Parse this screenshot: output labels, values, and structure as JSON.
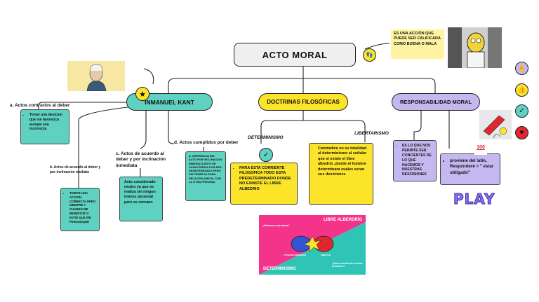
{
  "title": "ACTO MORAL",
  "acto_note": "ES UNA ACCIÓN QUE PUEDE SER CALIFICADA COMO BUENA O MALA",
  "kant": {
    "label": "INMANUEL KANT",
    "a_label": "a. Actos contrarios al deber",
    "a_note": "Tomar una desicion que me favorezca aunque sea incorrecta",
    "b_label": "b. Actos de acuerdo al deber y por inclinación mediata",
    "b_note": "TOMAR UNA ACCION CORRECTA PERO SIEMPRE Y CUANDO ME BENEFICIE O EVITE QUE ME PERJUDIQUE",
    "c_label": "c. Actos de acuerdo al deber y por inclinación inmediata",
    "c_note": "Acto considerado neutro ya que se realiza sin ningun interes personal pero es cercano",
    "d_label": "d. Actos cumplidos por deber",
    "d_note": "A. DIFERENCIA DEL ACTO POR INCLINACION INMEDIATA ESTE SE CARACTERIZA POR SER DESINTERESADO PERO SIN TENER ALGUNA RELACION AMICAL CON LA OTRA PERSONA"
  },
  "doctrinas": {
    "label": "DOCTRINAS FILOSÓFICAS",
    "det_label": "DETERMINISMO",
    "det_note": "PARA ESTA CORRIENTE FILOSOFICA TODO ESTA PREDETERMINADO DONDE NO EXINSTE EL LIBRE ALBEDRIO",
    "lib_label": "LIBERTARISMO",
    "lib_note": "Contradice en su totalidad al determinismo al señalar que si existe el libre albedrio ,donde el hombre determinara cuales seran sus desiciones"
  },
  "responsabilidad": {
    "label": "RESPONSABILIDAD MORAL",
    "note1": "ES LO QUE NOS PERMITE SER CONCIENTES DE LO QUE HACEMOS Y NUESTRAS DESCISIONES",
    "note2": "proviene del latín, Responderé = \" estar obligado\"",
    "badge": "100"
  },
  "banner": {
    "top_label": "LIBRE ALBERDRÍO",
    "bottom_label": "DETERMINISMO",
    "q1": "¿Sabemos reaccionar?",
    "q2": "¿Somos dueños de nuestras decisiones?",
    "c1": "FUTUR DETERMINISMO",
    "c2": "LIBERTAD"
  },
  "play_label": "PLAY",
  "side_icons": [
    "peace-icon",
    "thumbs-up-icon",
    "check-icon",
    "heart-icon"
  ],
  "colors": {
    "kant": "#5fd1c0",
    "doctrinas": "#fbe42a",
    "responsabilidad": "#c5b7f0",
    "acto_note": "#fdf3a0"
  }
}
